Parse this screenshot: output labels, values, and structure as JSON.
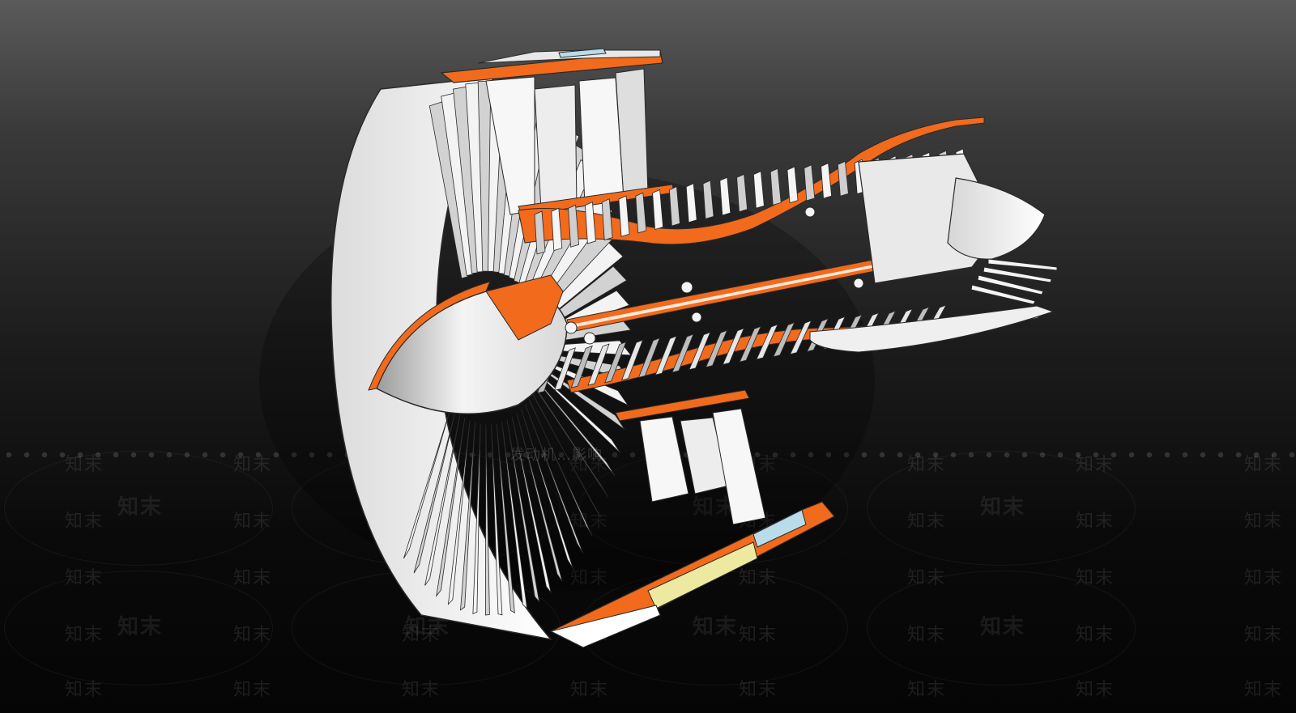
{
  "scene": {
    "subject": "jet-engine-cutaway",
    "palette": {
      "background_top": "#5a5a5a",
      "background_bottom": "#050505",
      "section_orange": "#f26a1b",
      "part_white": "#f2f2f2",
      "part_shade": "#bdbdbd",
      "edge_dark": "#2a2a2a",
      "accent_yellow": "#ede9a0",
      "accent_blue": "#b8dcea"
    }
  },
  "overlay": {
    "subtitle": "发动机…影响",
    "watermark": {
      "text": "知末",
      "logo_text": "知末"
    }
  }
}
